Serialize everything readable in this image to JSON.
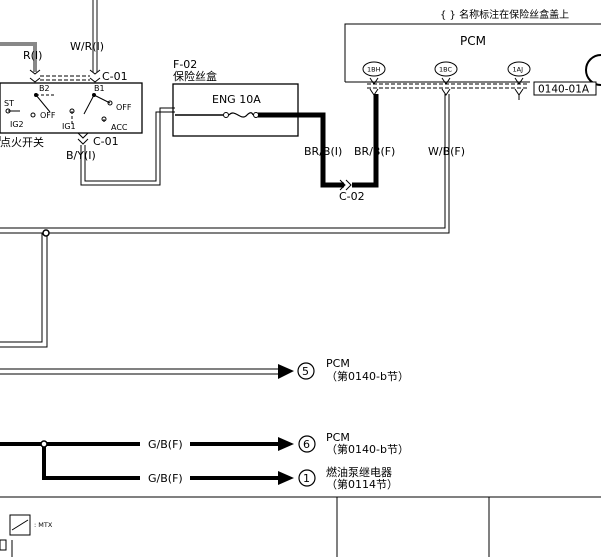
{
  "header_note": "{ } 名称标注在保险丝盒盖上",
  "pcm": {
    "title": "PCM",
    "pins": [
      "1BH",
      "1BC",
      "1AJ"
    ],
    "code": "0140-01A"
  },
  "ignition_switch": {
    "label": "点火开关",
    "connector_top": "C-01",
    "connector_bottom": "C-01",
    "terminals": [
      "B2",
      "B1",
      "ST",
      "OFF",
      "IG2",
      "IG1",
      "ACC",
      "OFF"
    ]
  },
  "fuse_box": {
    "id": "F-02",
    "name": "保险丝盒",
    "fuse": "ENG 10A"
  },
  "wires": {
    "r": "R(I)",
    "wr": "W/R(I)",
    "by": "B/Y(I)",
    "brb_i": "BR/B(I)",
    "brb_f": "BR/B(F)",
    "wb": "W/B(F)",
    "gb_1": "G/B(F)",
    "gb_2": "G/B(F)",
    "c02": "C-02"
  },
  "outputs": [
    {
      "num": "5",
      "name": "PCM",
      "ref": "（第0140-b节）"
    },
    {
      "num": "6",
      "name": "PCM",
      "ref": "（第0140-b节）"
    },
    {
      "num": "1",
      "name": "燃油泵继电器",
      "ref": "（第0114节）"
    }
  ],
  "legend": {
    "mtx": ": MTX"
  }
}
